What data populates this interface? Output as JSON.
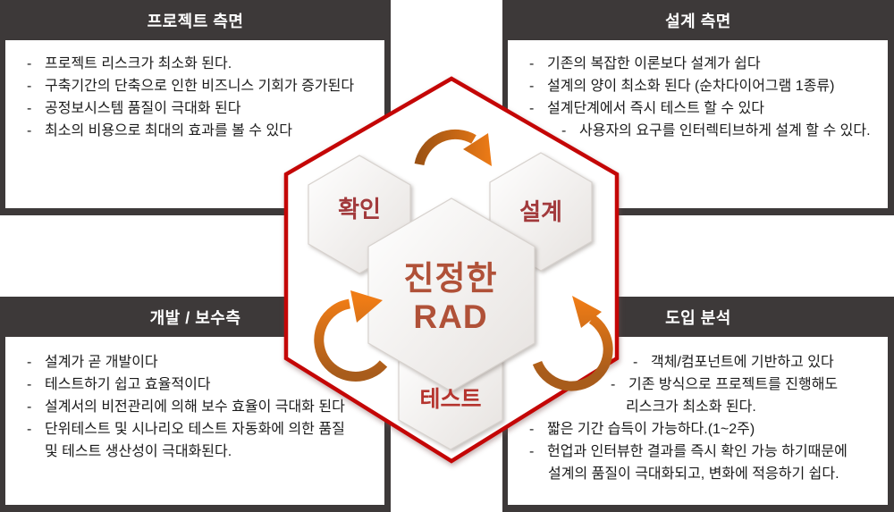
{
  "colors": {
    "header_dark": "#3d3939",
    "accent_red": "#c40606",
    "arrow_orange_bright": "#ef7c16",
    "arrow_orange_dark": "#9a5113",
    "node_label_maroon": "#a23a3c",
    "test_label_red": "#b5342e",
    "center_label_terracotta": "#b05138"
  },
  "boxes": {
    "top_left": {
      "title": "프로젝트 측면",
      "items": [
        {
          "bullet": "-",
          "text": "프로젝트 리스크가 최소화 된다."
        },
        {
          "bullet": "-",
          "text": "구축기간의 단축으로 인한 비즈니스 기회가 증가된다"
        },
        {
          "bullet": "-",
          "text": "공정보시스템 품질이 극대화 된다"
        },
        {
          "bullet": "-",
          "text": "최소의 비용으로 최대의 효과를 볼 수 있다"
        }
      ]
    },
    "top_right": {
      "title": "설계 측면",
      "items": [
        {
          "bullet": "-",
          "text": "기존의 복잡한 이론보다 설계가 쉽다"
        },
        {
          "bullet": "-",
          "text": "설계의 양이 최소화 된다 (순차다이어그램 1종류)"
        },
        {
          "bullet": "-",
          "text": "설계단계에서 즉시 테스트 할 수 있다"
        },
        {
          "bullet": "-",
          "text": "사용자의 요구를 인터렉티브하게 설계 할 수 있다."
        }
      ]
    },
    "bottom_left": {
      "title": "개발 / 보수측",
      "items": [
        {
          "bullet": "-",
          "text": "설계가 곧 개발이다"
        },
        {
          "bullet": "-",
          "text": "테스트하기 쉽고 효율적이다"
        },
        {
          "bullet": "-",
          "text": "설계서의 비전관리에 의해 보수 효율이 극대화 된다"
        },
        {
          "bullet": "-",
          "text": "단위테스트 및 시나리오 테스트 자동화에  의한 품질"
        },
        {
          "bullet": "",
          "text": "및 테스트 생산성이 극대화된다."
        }
      ]
    },
    "bottom_right": {
      "title": "도입 분석",
      "items": [
        {
          "bullet": "-",
          "text": "객체/컴포넌트에 기반하고 있다"
        },
        {
          "bullet": "-",
          "text": "기존 방식으로 프로젝트를 진행해도"
        },
        {
          "bullet": "",
          "text": "리스크가 최소화 된다."
        },
        {
          "bullet": "-",
          "text": "짧은 기간 습득이 가능하다.(1~2주)"
        },
        {
          "bullet": "-",
          "text": "헌업과 인터뷰한 결과를 즉시 확인 가능 하기때문에"
        },
        {
          "bullet": "",
          "text": "설계의 품질이 극대화되고, 변화에 적응하기 쉽다."
        }
      ]
    }
  },
  "diagram": {
    "center_label_line1": "진정한",
    "center_label_line2": "RAD",
    "node_confirm": "확인",
    "node_design": "설계",
    "node_test": "테스트"
  }
}
